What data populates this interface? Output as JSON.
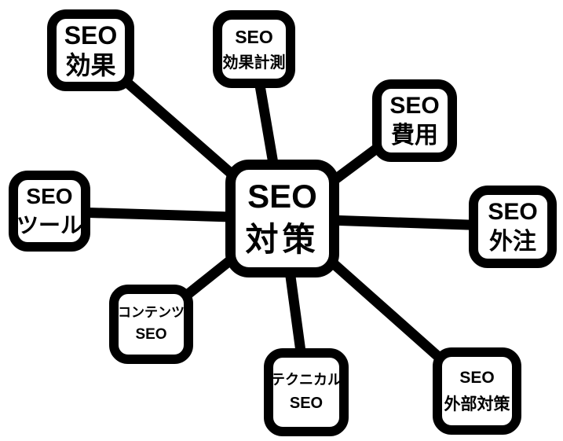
{
  "colors": {
    "background": "#ffffff",
    "node_fill": "#ffffff",
    "node_border": "#000000",
    "connector_line": "#000000",
    "text": "#000000"
  },
  "nodes": {
    "center": {
      "line1": "SEO",
      "line2": "対策"
    },
    "top_left": {
      "line1": "SEO",
      "line2": "効果"
    },
    "top": {
      "line1": "SEO",
      "line2": "効果計測"
    },
    "top_right": {
      "line1": "SEO",
      "line2": "費用"
    },
    "right": {
      "line1": "SEO",
      "line2": "外注"
    },
    "left": {
      "line1": "SEO",
      "line2": "ツール"
    },
    "bottom_left": {
      "line1": "コンテンツ",
      "line2": "SEO"
    },
    "bottom": {
      "line1": "テクニカル",
      "line2": "SEO"
    },
    "bottom_right": {
      "line1": "SEO",
      "line2": "外部対策"
    }
  },
  "edges": [
    [
      "center",
      "top_left"
    ],
    [
      "center",
      "top"
    ],
    [
      "center",
      "top_right"
    ],
    [
      "center",
      "right"
    ],
    [
      "center",
      "left"
    ],
    [
      "center",
      "bottom_left"
    ],
    [
      "center",
      "bottom"
    ],
    [
      "center",
      "bottom_right"
    ]
  ]
}
